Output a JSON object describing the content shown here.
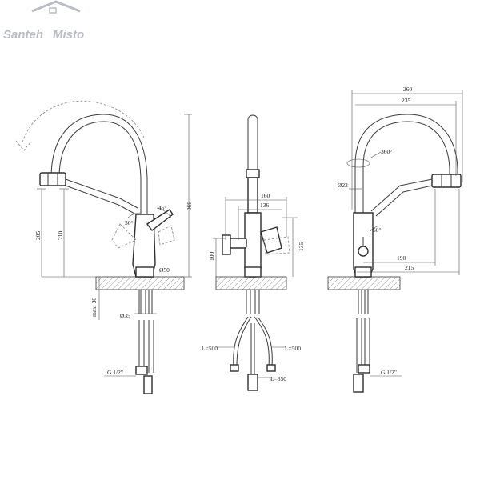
{
  "logo": {
    "text_left": "Santeh",
    "text_right": "Misto"
  },
  "side_view": {
    "height_total": "390",
    "height_spout": "210",
    "height_body": "205",
    "angle_lever": "45°",
    "angle_spout": "50°",
    "base_diameter": "Ø50",
    "max_thickness": "max. 30",
    "shank_diameter": "Ø35",
    "thread": "G 1/2\""
  },
  "front_view": {
    "width_handles": "160",
    "width_inner": "136",
    "height_left": "100",
    "height_right": "135",
    "hose_left": "L=500",
    "hose_right": "L=500",
    "hose_center": "L=350"
  },
  "rear_view": {
    "reach_total": "260",
    "reach_spout": "235",
    "rotation": "360°",
    "spout_diameter": "Ø22",
    "angle_lever": "50°",
    "reach_190": "190",
    "reach_215": "215",
    "thread": "G 1/2\""
  }
}
